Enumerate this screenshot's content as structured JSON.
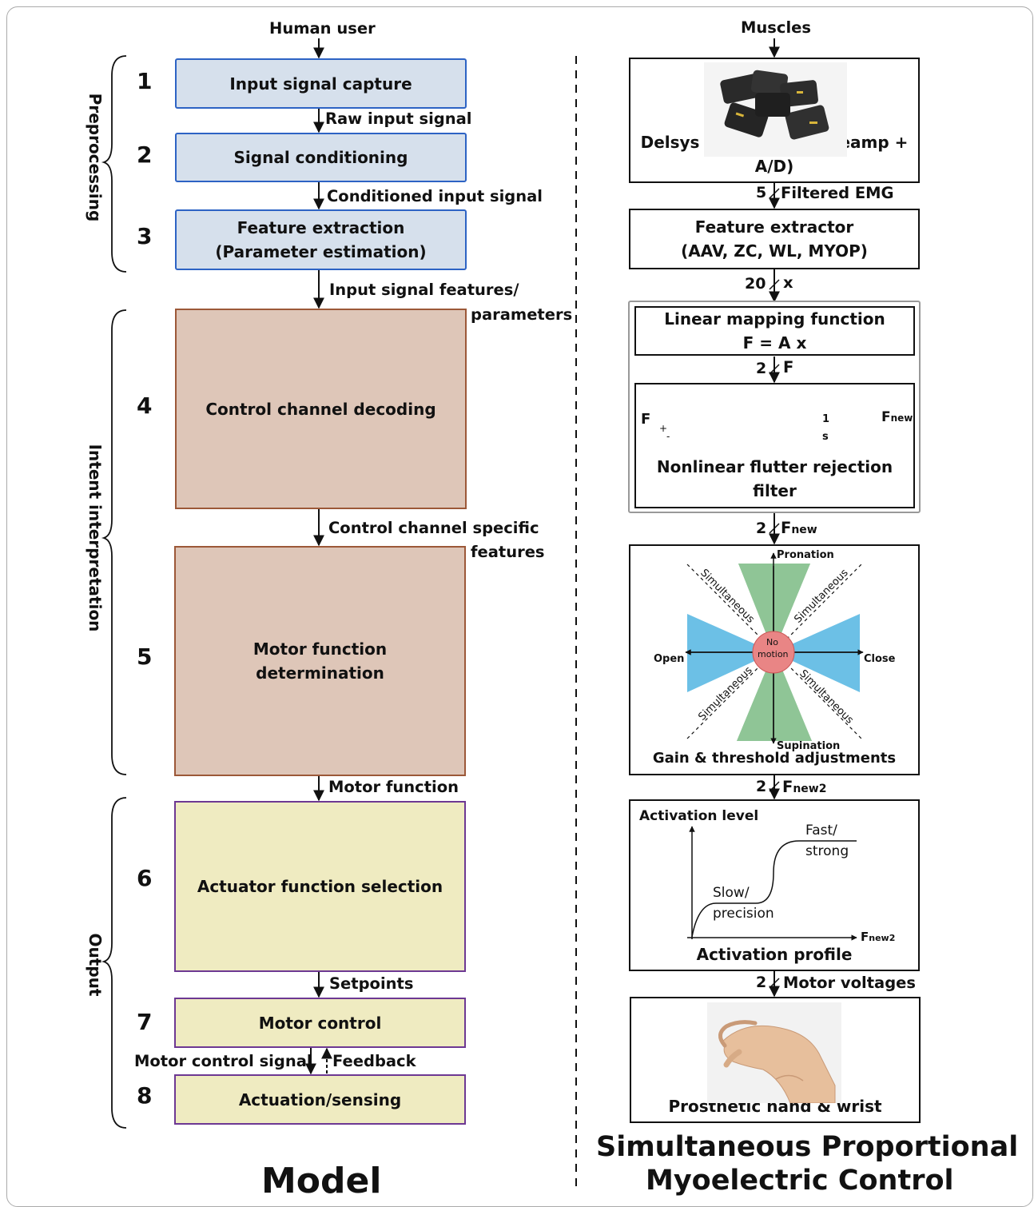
{
  "left": {
    "top_label": "Human user",
    "groups": [
      "Preprocessing",
      "Intent interpretation",
      "Output"
    ],
    "steps": [
      {
        "num": "1",
        "label": "Input signal capture"
      },
      {
        "num": "2",
        "label": "Signal conditioning"
      },
      {
        "num": "3",
        "label": "Feature extraction\n(Parameter estimation)"
      },
      {
        "num": "4",
        "label": "Control channel decoding"
      },
      {
        "num": "5",
        "label": "Motor function\ndetermination"
      },
      {
        "num": "6",
        "label": "Actuator function selection"
      },
      {
        "num": "7",
        "label": "Motor control"
      },
      {
        "num": "8",
        "label": "Actuation/sensing"
      }
    ],
    "arrows": {
      "raw": "Raw input signal",
      "conditioned": "Conditioned input signal",
      "features_1": "Input signal features/",
      "features_2": "parameters",
      "channel_1": "Control channel specific",
      "channel_2": "features",
      "motor_function": "Motor function",
      "setpoints": "Setpoints",
      "motor_control_signal": "Motor control signal",
      "feedback": "Feedback"
    },
    "title": "Model"
  },
  "right": {
    "top_label": "Muscles",
    "device": "Delsys Trigno (EMG Preamp + A/D)",
    "filtered_count": "5",
    "filtered": "Filtered EMG",
    "extractor_1": "Feature extractor",
    "extractor_2": "(AAV, ZC, WL, MYOP)",
    "x_count": "20",
    "x_label": "x",
    "linear_1": "Linear mapping function",
    "linear_2": "F = A x",
    "f_count": "2",
    "f_label": "F",
    "filter_label": "Nonlinear flutter rejection filter",
    "filter_in": "F",
    "filter_plus": "+",
    "filter_minus": "-",
    "integrator_num": "1",
    "integrator_den": "s",
    "fnew_base": "F",
    "fnew_sub": "new",
    "fnew_count": "2",
    "fnew2_count": "2",
    "fnew2_sub": "new2",
    "gain": {
      "pronation": "Pronation",
      "supination": "Supination",
      "open": "Open",
      "close": "Close",
      "no_motion_1": "No",
      "no_motion_2": "motion",
      "simultaneous": "Simultaneous",
      "caption": "Gain & threshold adjustments"
    },
    "activation": {
      "ylabel": "Activation level",
      "fast_1": "Fast/",
      "fast_2": "strong",
      "slow_1": "Slow/",
      "slow_2": "precision",
      "caption": "Activation profile"
    },
    "voltages_count": "2",
    "voltages": "Motor voltages",
    "hand": "Prosthetic hand & wrist",
    "title_1": "Simultaneous Proportional",
    "title_2": "Myoelectric Control"
  },
  "colors": {
    "preprocessing_fill": "#d6e0ec",
    "preprocessing_border": "#2d63c4",
    "intent_fill": "#dec6b8",
    "intent_border": "#9c5838",
    "output_fill": "#efebc1",
    "output_border": "#6d3893",
    "green_wedge": "#8fc596",
    "blue_wedge": "#6cc0e6",
    "no_motion_fill": "#e98585"
  }
}
